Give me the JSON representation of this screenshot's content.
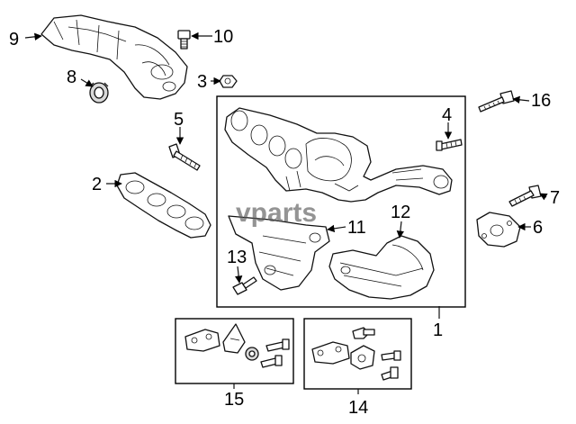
{
  "watermark": "vparts",
  "callouts": {
    "c1": "1",
    "c2": "2",
    "c3": "3",
    "c4": "4",
    "c5": "5",
    "c6": "6",
    "c7": "7",
    "c8": "8",
    "c9": "9",
    "c10": "10",
    "c11": "11",
    "c12": "12",
    "c13": "13",
    "c14": "14",
    "c15": "15",
    "c16": "16"
  }
}
